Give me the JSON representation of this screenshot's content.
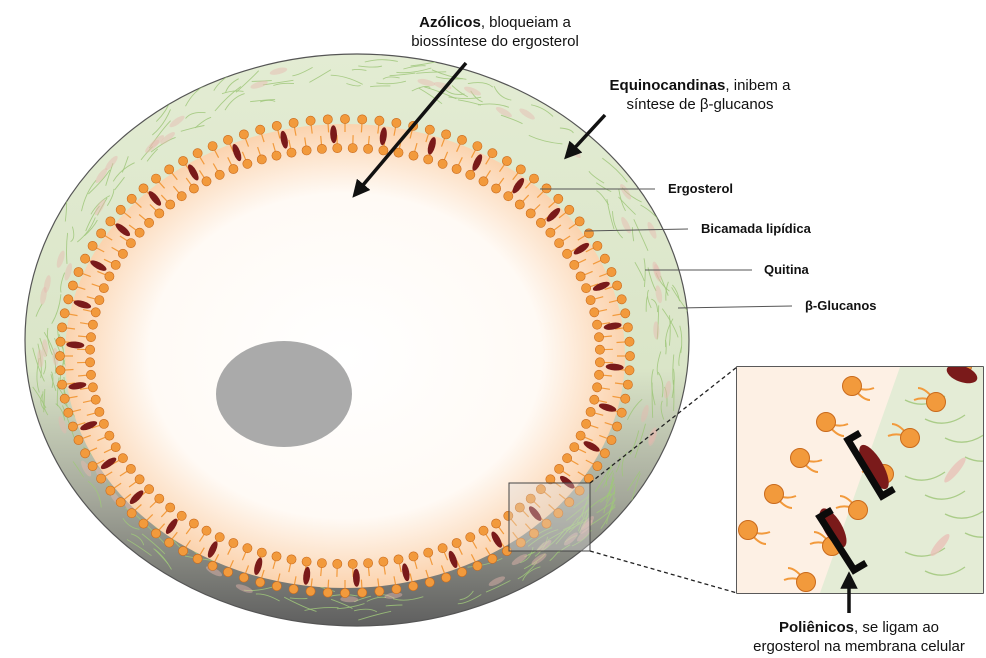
{
  "annotations": {
    "azoles": {
      "name": "Azólicos",
      "line1_rest": ", bloqueiam a",
      "line2": "biossíntese do ergosterol"
    },
    "echinocandins": {
      "name": "Equinocandinas",
      "line1_rest": ", inibem a",
      "line2": "síntese de β-glucanos"
    },
    "polyenes": {
      "name": "Poliênicos",
      "line1_rest": ", se ligam ao",
      "line2": "ergosterol na membrana celular"
    }
  },
  "structure_labels": {
    "ergosterol": "Ergosterol",
    "bilayer": "Bicamada lipídica",
    "chitin": "Quitina",
    "glucans": "β-Glucanos"
  },
  "colors": {
    "wall": "#dde8cc",
    "wall_shadow": "#6e6e6e",
    "fibers": "#9fc77a",
    "lipid_head": "#f29a3c",
    "lipid_head_edge": "#c96a1c",
    "ergosterol": "#7a1a1a",
    "nucleus": "#a9a9a9",
    "cytoplasm_edge": "#f8c9a0"
  }
}
